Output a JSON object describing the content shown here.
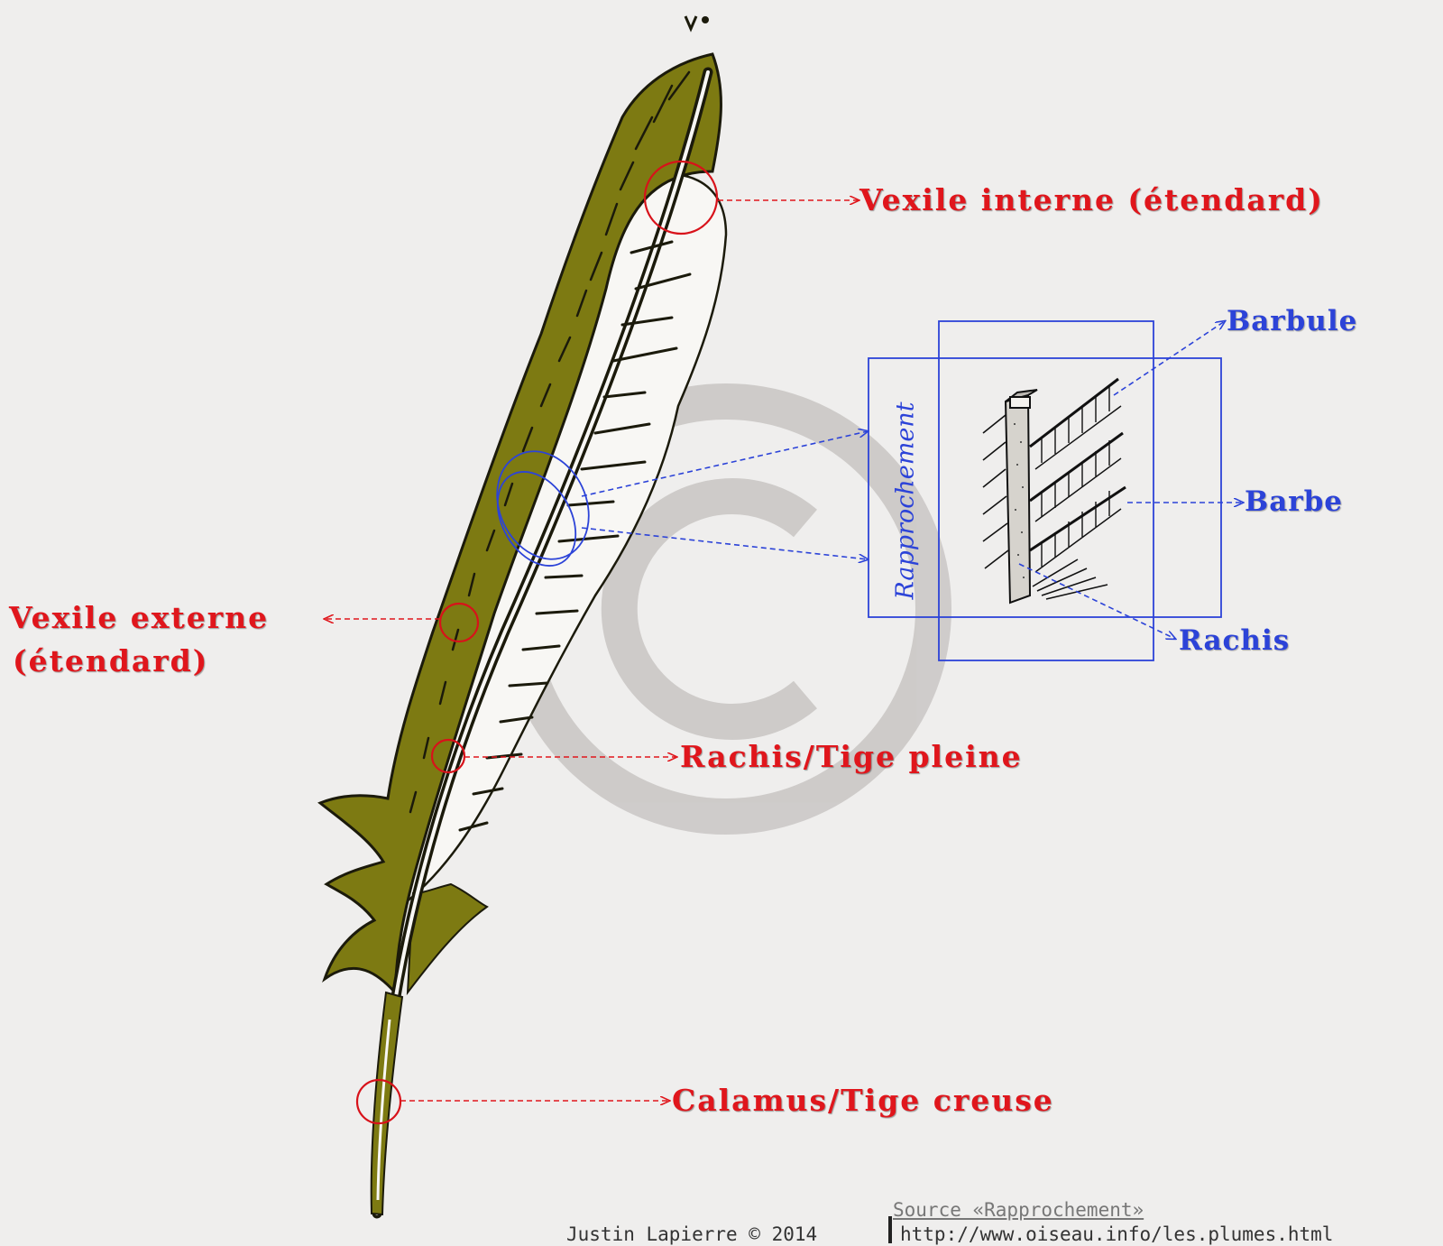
{
  "labels": {
    "vexile_interne": "Vexile interne (étendard)",
    "vexile_externe_line1": "Vexile externe",
    "vexile_externe_line2": "(étendard)",
    "rachis_tige_pleine": "Rachis/Tige pleine",
    "calamus_tige_creuse": "Calamus/Tige creuse",
    "barbule": "Barbule",
    "barbe": "Barbe",
    "rachis": "Rachis",
    "rapprochement": "Rapprochement"
  },
  "footer": {
    "author": "Justin Lapierre © 2014",
    "source_title": "Source «Rapprochement»",
    "source_url": "http://www.oiseau.info/les.plumes.html"
  },
  "colors": {
    "feather_vane": "#7d7a12",
    "feather_ink": "#1b1a0b",
    "red_label": "#e0161c",
    "blue_label": "#2c43d8",
    "watermark": "#c9c6c4",
    "background": "#efeeed"
  },
  "icons": {
    "watermark": "copyright-watermark-icon",
    "feather": "feather-illustration",
    "barb_detail": "barb-closeup-illustration"
  }
}
